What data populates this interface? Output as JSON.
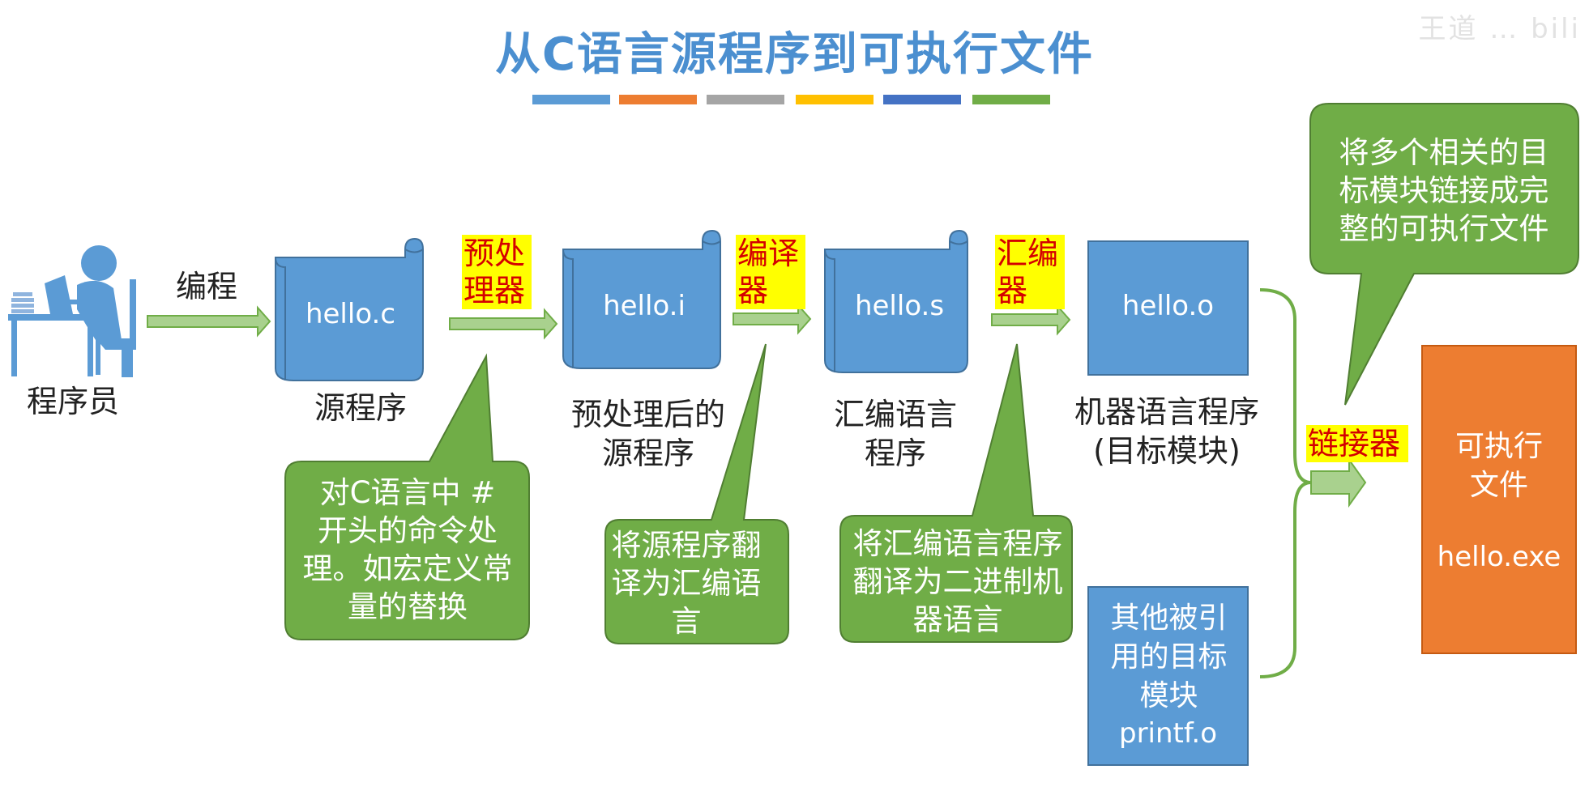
{
  "title": "从C语言源程序到可执行文件",
  "watermark": "王道 …  bili",
  "color_bar": [
    "#5b9bd5",
    "#ed7d31",
    "#a5a5a5",
    "#ffc000",
    "#4472c4",
    "#70ad47"
  ],
  "programmer": {
    "label": "程序员"
  },
  "edges": {
    "coding": "编程",
    "preprocessor": "预处理器",
    "compiler": "编译器",
    "assembler": "汇编器",
    "linker": "链接器"
  },
  "files": {
    "source": {
      "name": "hello.c",
      "caption": "源程序"
    },
    "preprocessed": {
      "name": "hello.i",
      "caption": "预处理后的源程序"
    },
    "assembly": {
      "name": "hello.s",
      "caption": "汇编语言程序"
    },
    "object": {
      "name": "hello.o",
      "caption": "机器语言程序(目标模块)"
    },
    "library": {
      "caption": "其他被引用的目标模块",
      "name": "printf.o"
    },
    "executable": {
      "caption": "可执行文件",
      "name": "hello.exe"
    }
  },
  "notes": {
    "preprocess": "对C语言中 # 开头的命令处理。如宏定义常量的替换",
    "compile": "将源程序翻译为汇编语言",
    "assemble": "将汇编语言程序翻译为二进制机器语言",
    "link": "将多个相关的目标模块链接成完整的可执行文件"
  },
  "colors": {
    "title": "#4b8fd0",
    "file_blue": "#5b9bd5",
    "file_border": "#41719c",
    "note_green": "#70ad47",
    "note_border": "#507e32",
    "arrow_fill": "#a9d18e",
    "arrow_border": "#70ad47",
    "executable_orange": "#ed7d31",
    "highlight_yellow": "#ffff00",
    "highlight_text": "#d40000"
  }
}
